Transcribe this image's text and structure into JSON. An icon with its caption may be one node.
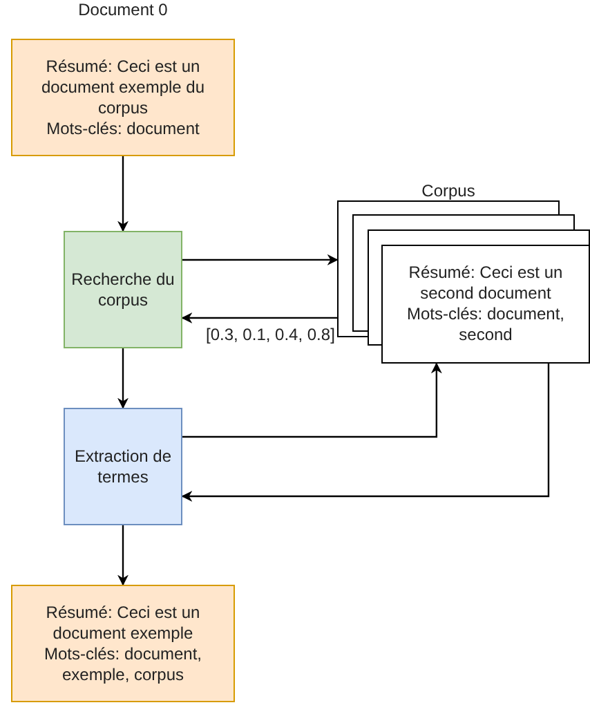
{
  "diagram": {
    "nodes": [
      {
        "text": [
          "Document 0",
          "Résumé: Ceci est un document exemple du corpus",
          "Mots-clés: document"
        ]
      },
      {
        "text": [
          "Recherche du corpus"
        ]
      },
      {
        "text": [
          "Corpus",
          "Résumé: Ceci est un second document",
          "Mots-clés: document, second"
        ]
      },
      {
        "text": [
          "Extraction de termes"
        ]
      },
      {
        "text": [
          "Résumé: Ceci est un document exemple",
          "Mots-clés: document, exemple, corpus"
        ]
      }
    ],
    "edges": [
      {
        "from": 0,
        "to": 1,
        "arrow": "to"
      },
      {
        "from": 1,
        "to": 2,
        "arrow": "to"
      },
      {
        "from": 2,
        "to": 1,
        "arrow": "to",
        "label": "[0.3, 0.1, 0.4, 0.8]"
      },
      {
        "from": 1,
        "to": 3,
        "arrow": "to"
      },
      {
        "from": 3,
        "to": 2,
        "arrow": "to"
      },
      {
        "from": 2,
        "to": 3,
        "arrow": "to"
      },
      {
        "from": 3,
        "to": 4,
        "arrow": "to"
      }
    ]
  }
}
